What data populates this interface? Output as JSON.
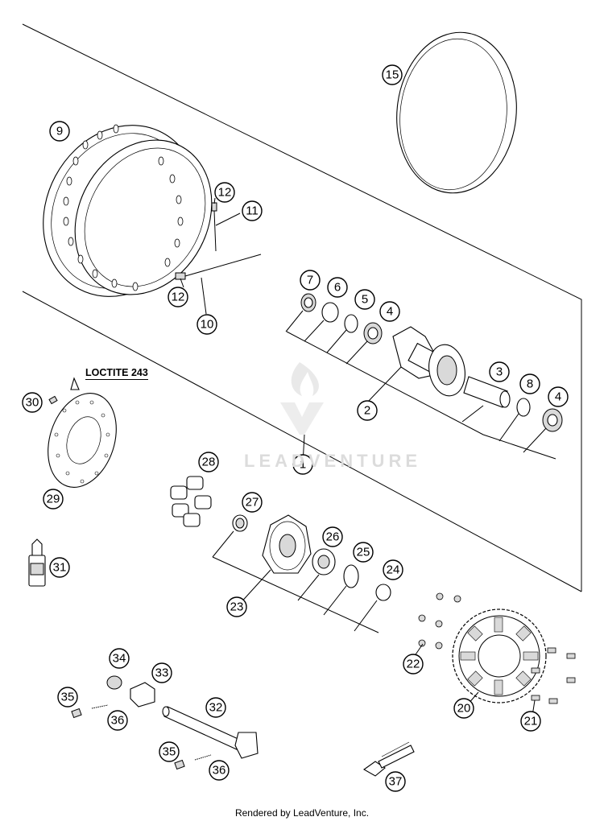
{
  "diagram": {
    "callouts": [
      {
        "id": "c1",
        "label": "1"
      },
      {
        "id": "c2",
        "label": "2"
      },
      {
        "id": "c3",
        "label": "3"
      },
      {
        "id": "c4a",
        "label": "4"
      },
      {
        "id": "c4b",
        "label": "4"
      },
      {
        "id": "c5",
        "label": "5"
      },
      {
        "id": "c6",
        "label": "6"
      },
      {
        "id": "c7",
        "label": "7"
      },
      {
        "id": "c8",
        "label": "8"
      },
      {
        "id": "c9",
        "label": "9"
      },
      {
        "id": "c10",
        "label": "10"
      },
      {
        "id": "c11",
        "label": "11"
      },
      {
        "id": "c12a",
        "label": "12"
      },
      {
        "id": "c12b",
        "label": "12"
      },
      {
        "id": "c15",
        "label": "15"
      },
      {
        "id": "c20",
        "label": "20"
      },
      {
        "id": "c21",
        "label": "21"
      },
      {
        "id": "c22",
        "label": "22"
      },
      {
        "id": "c23",
        "label": "23"
      },
      {
        "id": "c24",
        "label": "24"
      },
      {
        "id": "c25",
        "label": "25"
      },
      {
        "id": "c26",
        "label": "26"
      },
      {
        "id": "c27",
        "label": "27"
      },
      {
        "id": "c28",
        "label": "28"
      },
      {
        "id": "c29",
        "label": "29"
      },
      {
        "id": "c30",
        "label": "30"
      },
      {
        "id": "c31",
        "label": "31"
      },
      {
        "id": "c32",
        "label": "32"
      },
      {
        "id": "c33",
        "label": "33"
      },
      {
        "id": "c34",
        "label": "34"
      },
      {
        "id": "c35a",
        "label": "35"
      },
      {
        "id": "c35b",
        "label": "35"
      },
      {
        "id": "c36a",
        "label": "36"
      },
      {
        "id": "c36b",
        "label": "36"
      },
      {
        "id": "c37",
        "label": "37"
      }
    ],
    "loctite_label": "LOCTITE 243",
    "watermark": "LEADVENTURE",
    "footer": "Rendered by LeadVenture, Inc."
  }
}
